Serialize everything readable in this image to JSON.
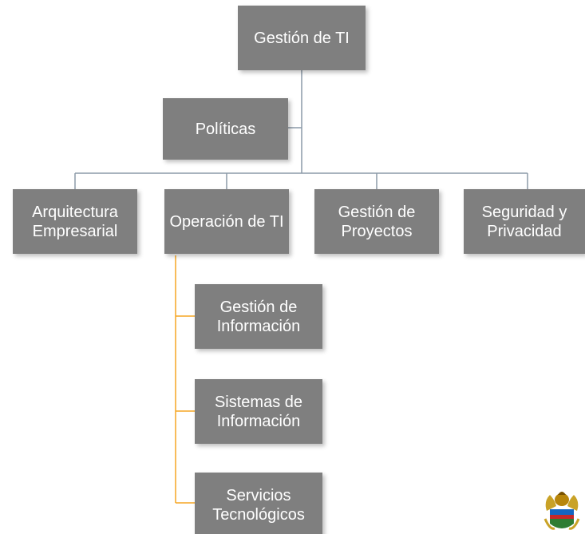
{
  "root": {
    "label": "Gestión de TI"
  },
  "assistant": {
    "label": "Políticas"
  },
  "level1": [
    {
      "label": "Arquitectura Empresarial"
    },
    {
      "label": "Operación de TI"
    },
    {
      "label": "Gestión de Proyectos"
    },
    {
      "label": "Seguridad y Privacidad"
    }
  ],
  "operacion_children": [
    {
      "label": "Gestión de Información"
    },
    {
      "label": "Sistemas de Información"
    },
    {
      "label": "Servicios Tecnológicos"
    }
  ],
  "colors": {
    "box": "#7f7f7f",
    "box_text": "#ffffff",
    "connector": "#8c9aa8",
    "sub_connector": "#f5a623"
  },
  "icons": {
    "corner_emblem": "coat-of-arms-icon"
  }
}
